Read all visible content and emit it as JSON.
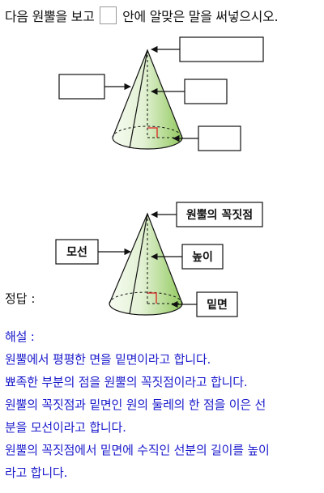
{
  "question": {
    "part1": "다음 원뿔을 보고",
    "part2": "안에 알맞은 말을 써넣으시오."
  },
  "answer": {
    "label": "정답 :",
    "labels": {
      "apex": "원뿔의 꼭짓점",
      "slant": "모선",
      "height": "높이",
      "base": "밑면"
    }
  },
  "explanation": {
    "label": "해설 :",
    "lines": [
      "원뿔에서 평평한 면을 밑면이라고 합니다.",
      "뾰족한 부분의 점을 원뿔의 꼭짓점이라고 합니다.",
      "원뿔의 꼭짓점과 밑면인 원의 둘레의 한 점을 이은 선",
      "분을 모선이라고 합니다.",
      "원뿔의 꼭짓점에서 밑면에 수직인 선분의 길이를 높이",
      "라고 합니다."
    ]
  },
  "colors": {
    "cone_light": "#f4faee",
    "cone_dark": "#9ccf6a",
    "right_angle": "#dd2222",
    "explanation_text": "#1a1acc"
  }
}
